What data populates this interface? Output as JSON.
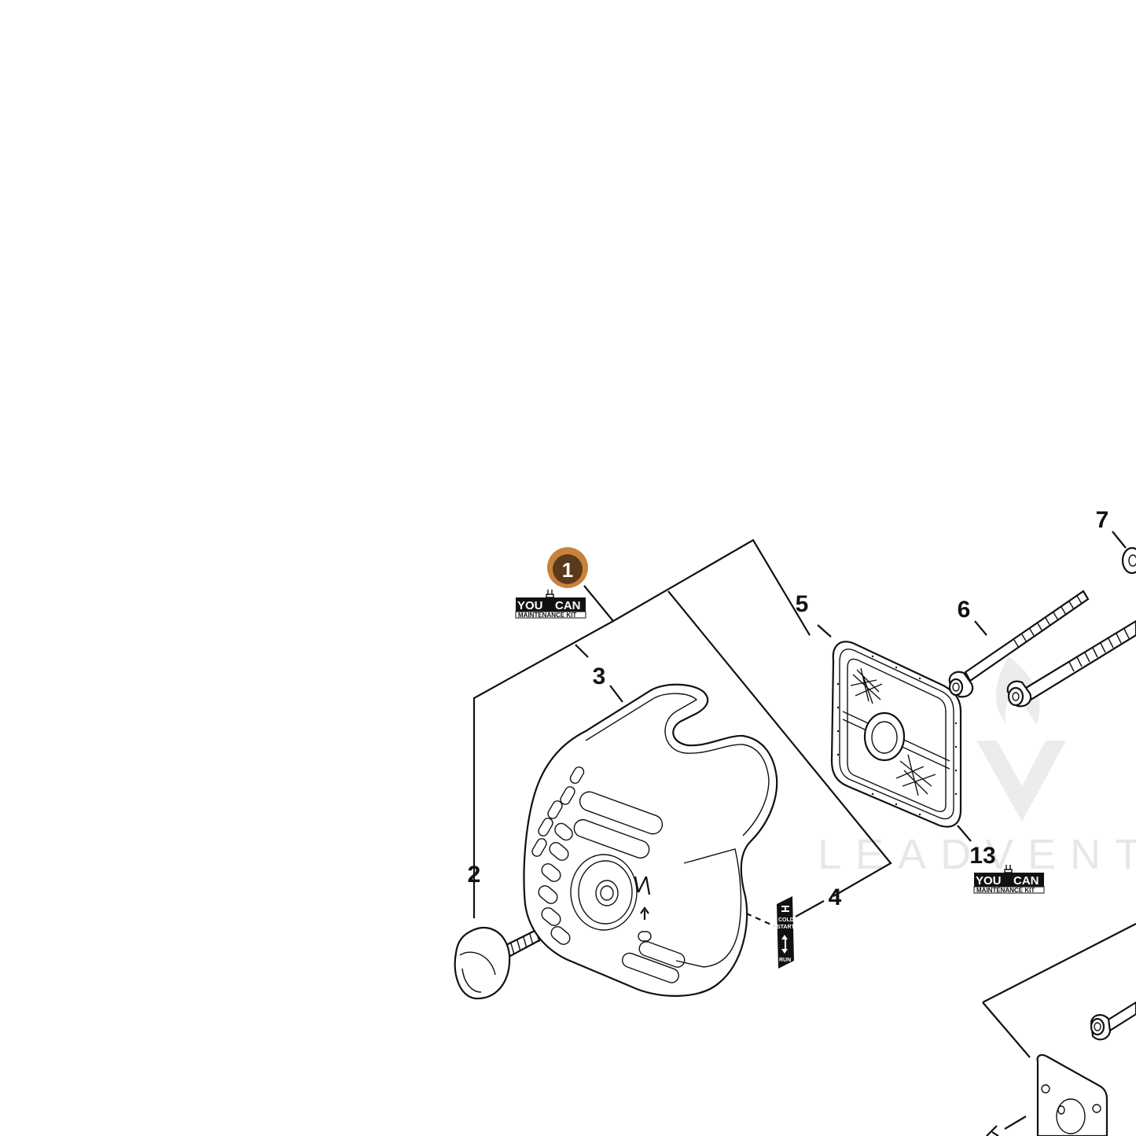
{
  "diagram": {
    "callouts": [
      {
        "id": "1",
        "label": "1"
      },
      {
        "id": "2",
        "label": "2"
      },
      {
        "id": "3",
        "label": "3"
      },
      {
        "id": "4",
        "label": "4"
      },
      {
        "id": "5",
        "label": "5"
      },
      {
        "id": "6",
        "label": "6"
      },
      {
        "id": "7",
        "label": "7"
      },
      {
        "id": "13",
        "label": "13"
      }
    ],
    "kit_badge": {
      "top_left": "YOU",
      "top_right": "CAN",
      "bottom": "MAINTENANCE KIT"
    },
    "decal": {
      "line1": "COLD",
      "line2": "START",
      "line3": "RUN"
    },
    "watermark": {
      "text": "LEADVENTU"
    },
    "colors": {
      "line": "#111111",
      "badge_orange": "#c9823c",
      "badge_dark": "#5a3a1c",
      "watermark": "#e7e7e7"
    }
  }
}
